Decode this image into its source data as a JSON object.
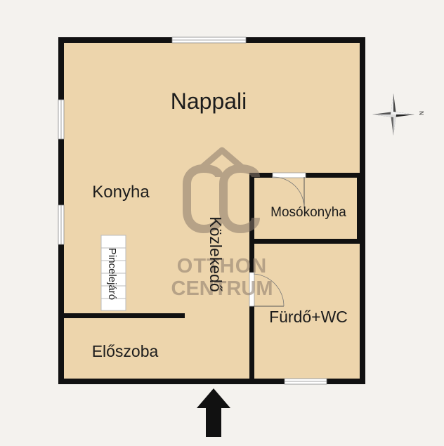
{
  "rooms": {
    "nappali": "Nappali",
    "konyha": "Konyha",
    "kozlekedo": "Közlekedő",
    "mosokonyha": "Mosókonyha",
    "furdo": "Fürdő+WC",
    "eloszoba": "Előszoba",
    "pincelejaro": "Pincelejáró"
  },
  "watermark": {
    "line1": "OTTHON",
    "line2": "CENTRUM"
  },
  "compass": {
    "label": "N"
  },
  "entrance": {
    "icon": "arrow-up-icon"
  },
  "colors": {
    "floor": "#edd5ac",
    "wall": "#111111",
    "background": "#f4f2ee",
    "watermark": "#8a7a6a"
  }
}
